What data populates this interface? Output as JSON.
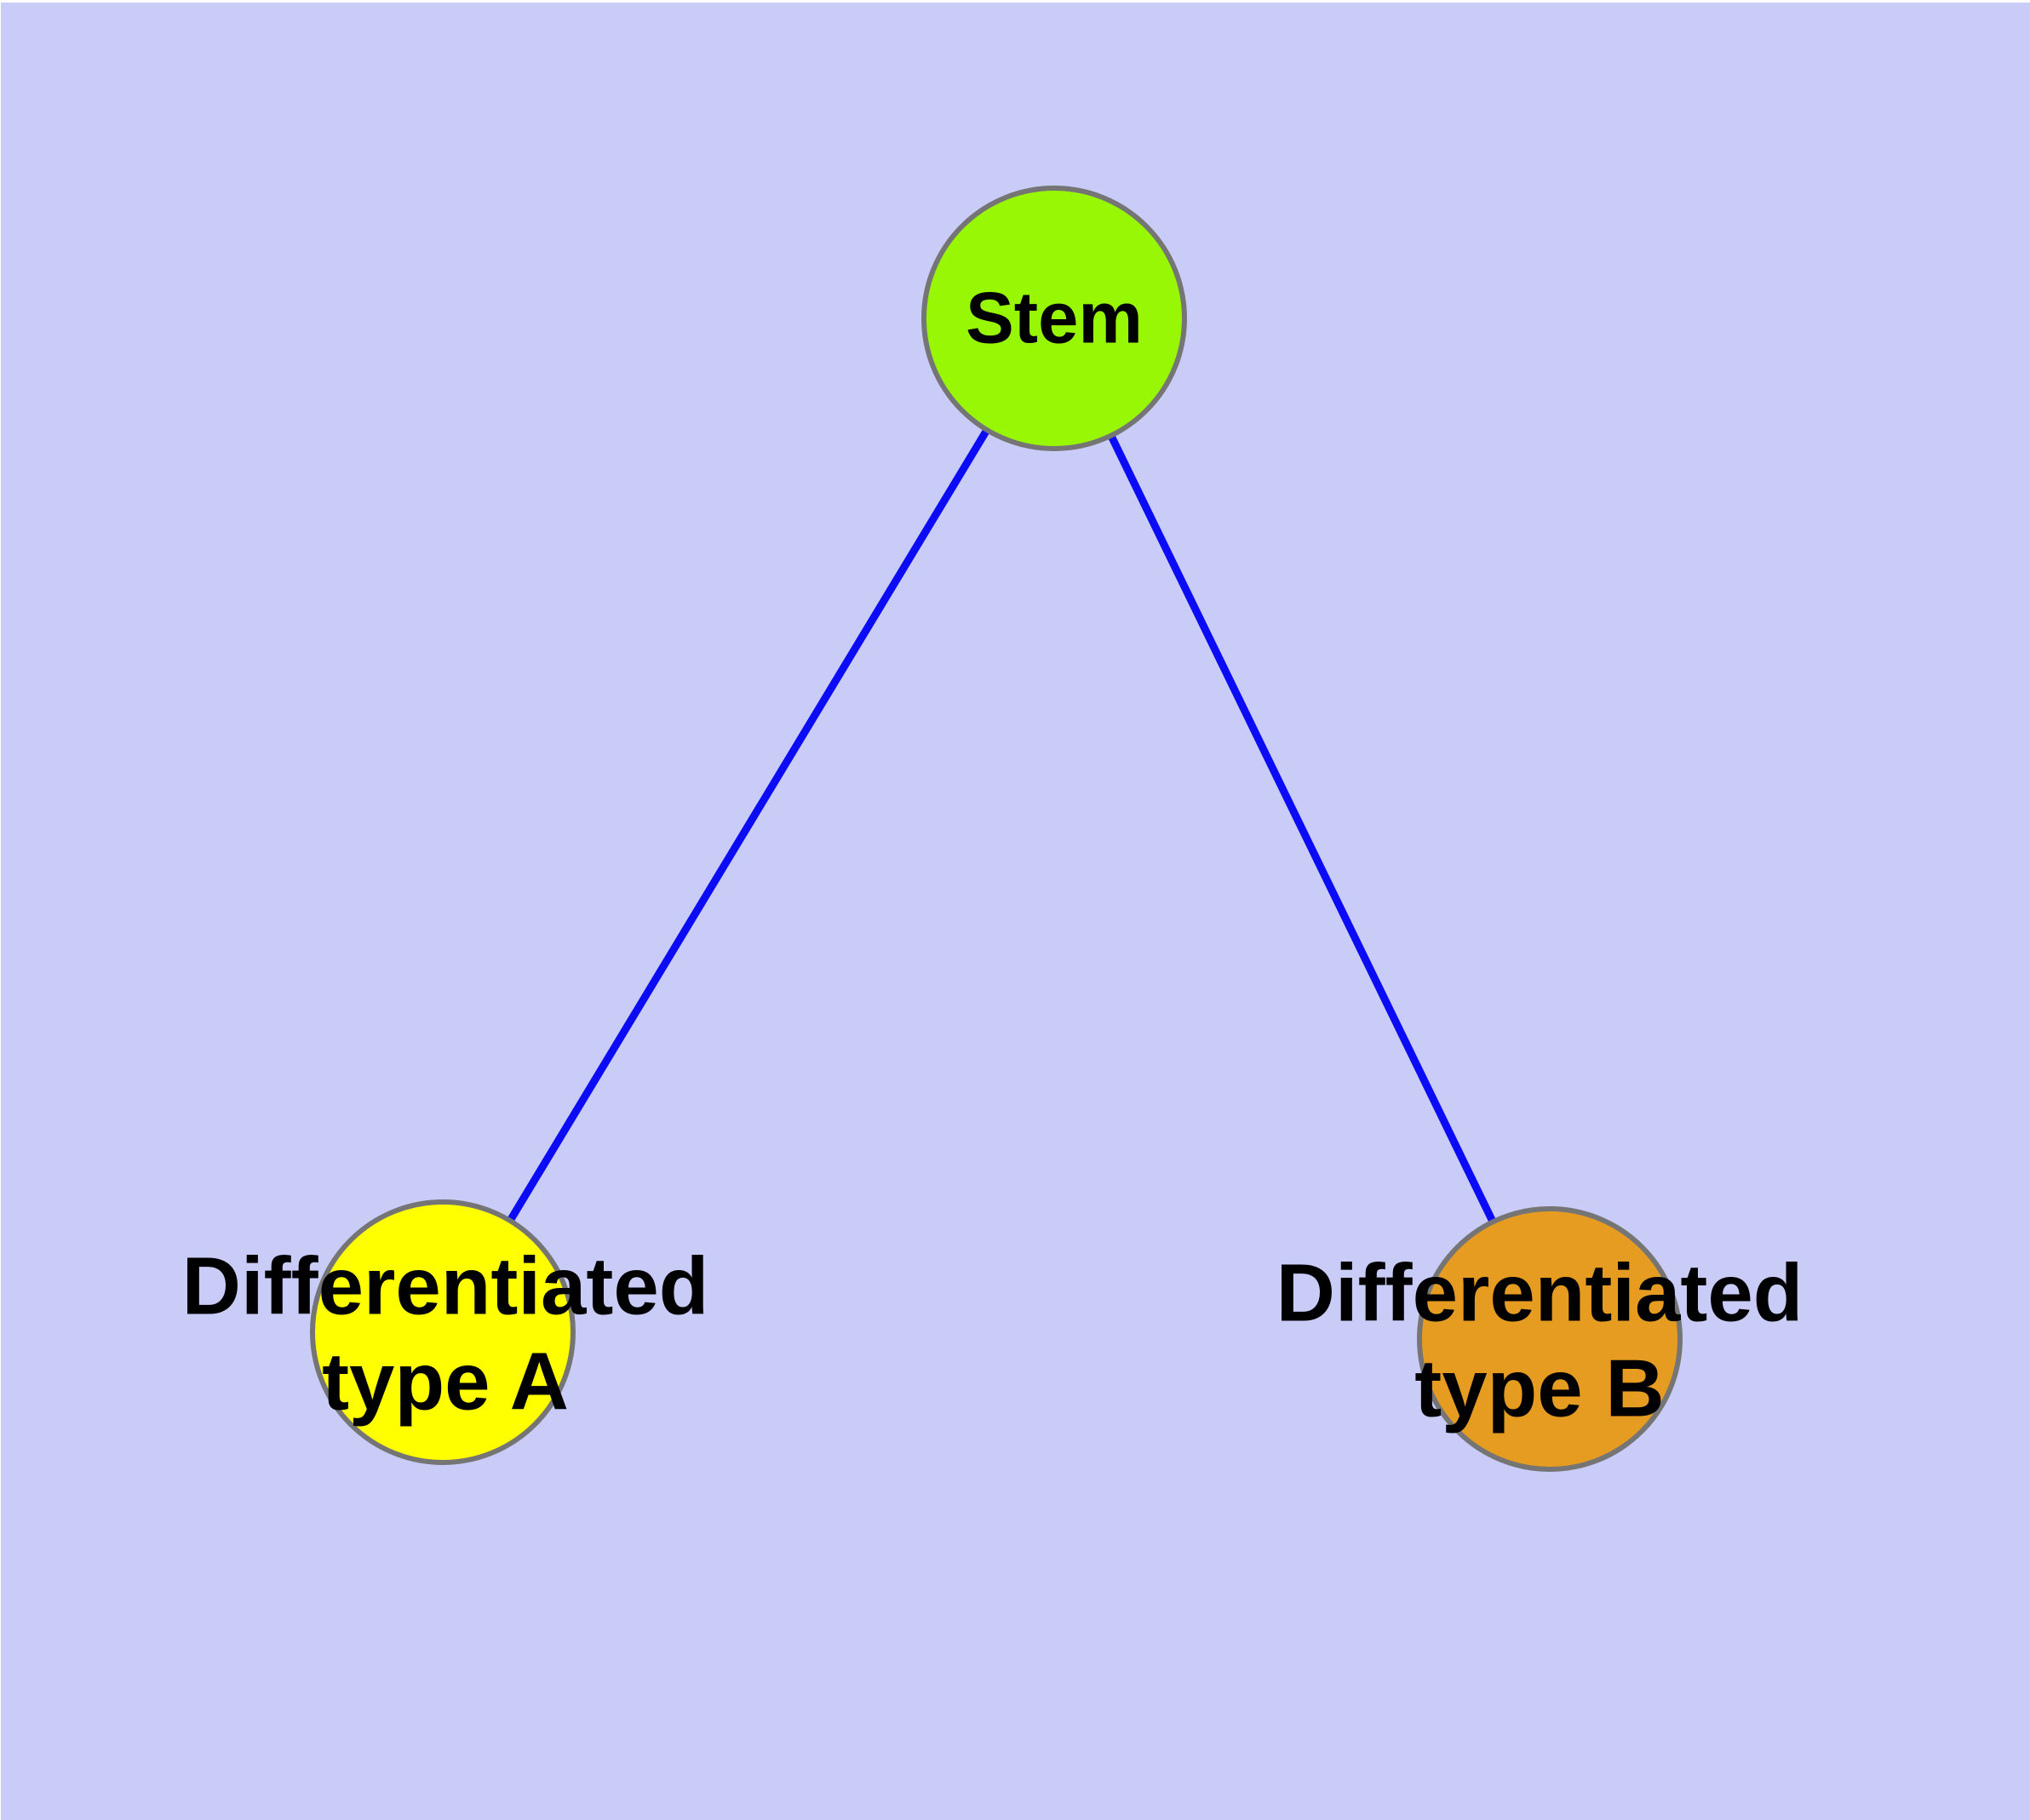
{
  "diagram": {
    "background_color": "#CACCF8",
    "top_margin_color": "#FFFFFF",
    "edge_color": "#0B0BF5",
    "node_border_color": "#757575",
    "label_color": "#000000",
    "nodes": [
      {
        "id": "stem",
        "label": "Stem",
        "color": "#97F705"
      },
      {
        "id": "type-a",
        "label": "Differentiated\ntype A",
        "color": "#FFFF00"
      },
      {
        "id": "type-b",
        "label": "Differentiated\ntype B",
        "color": "#E69C20"
      }
    ],
    "edges": [
      {
        "from": "stem",
        "to": "type-a"
      },
      {
        "from": "stem",
        "to": "type-b"
      }
    ]
  }
}
